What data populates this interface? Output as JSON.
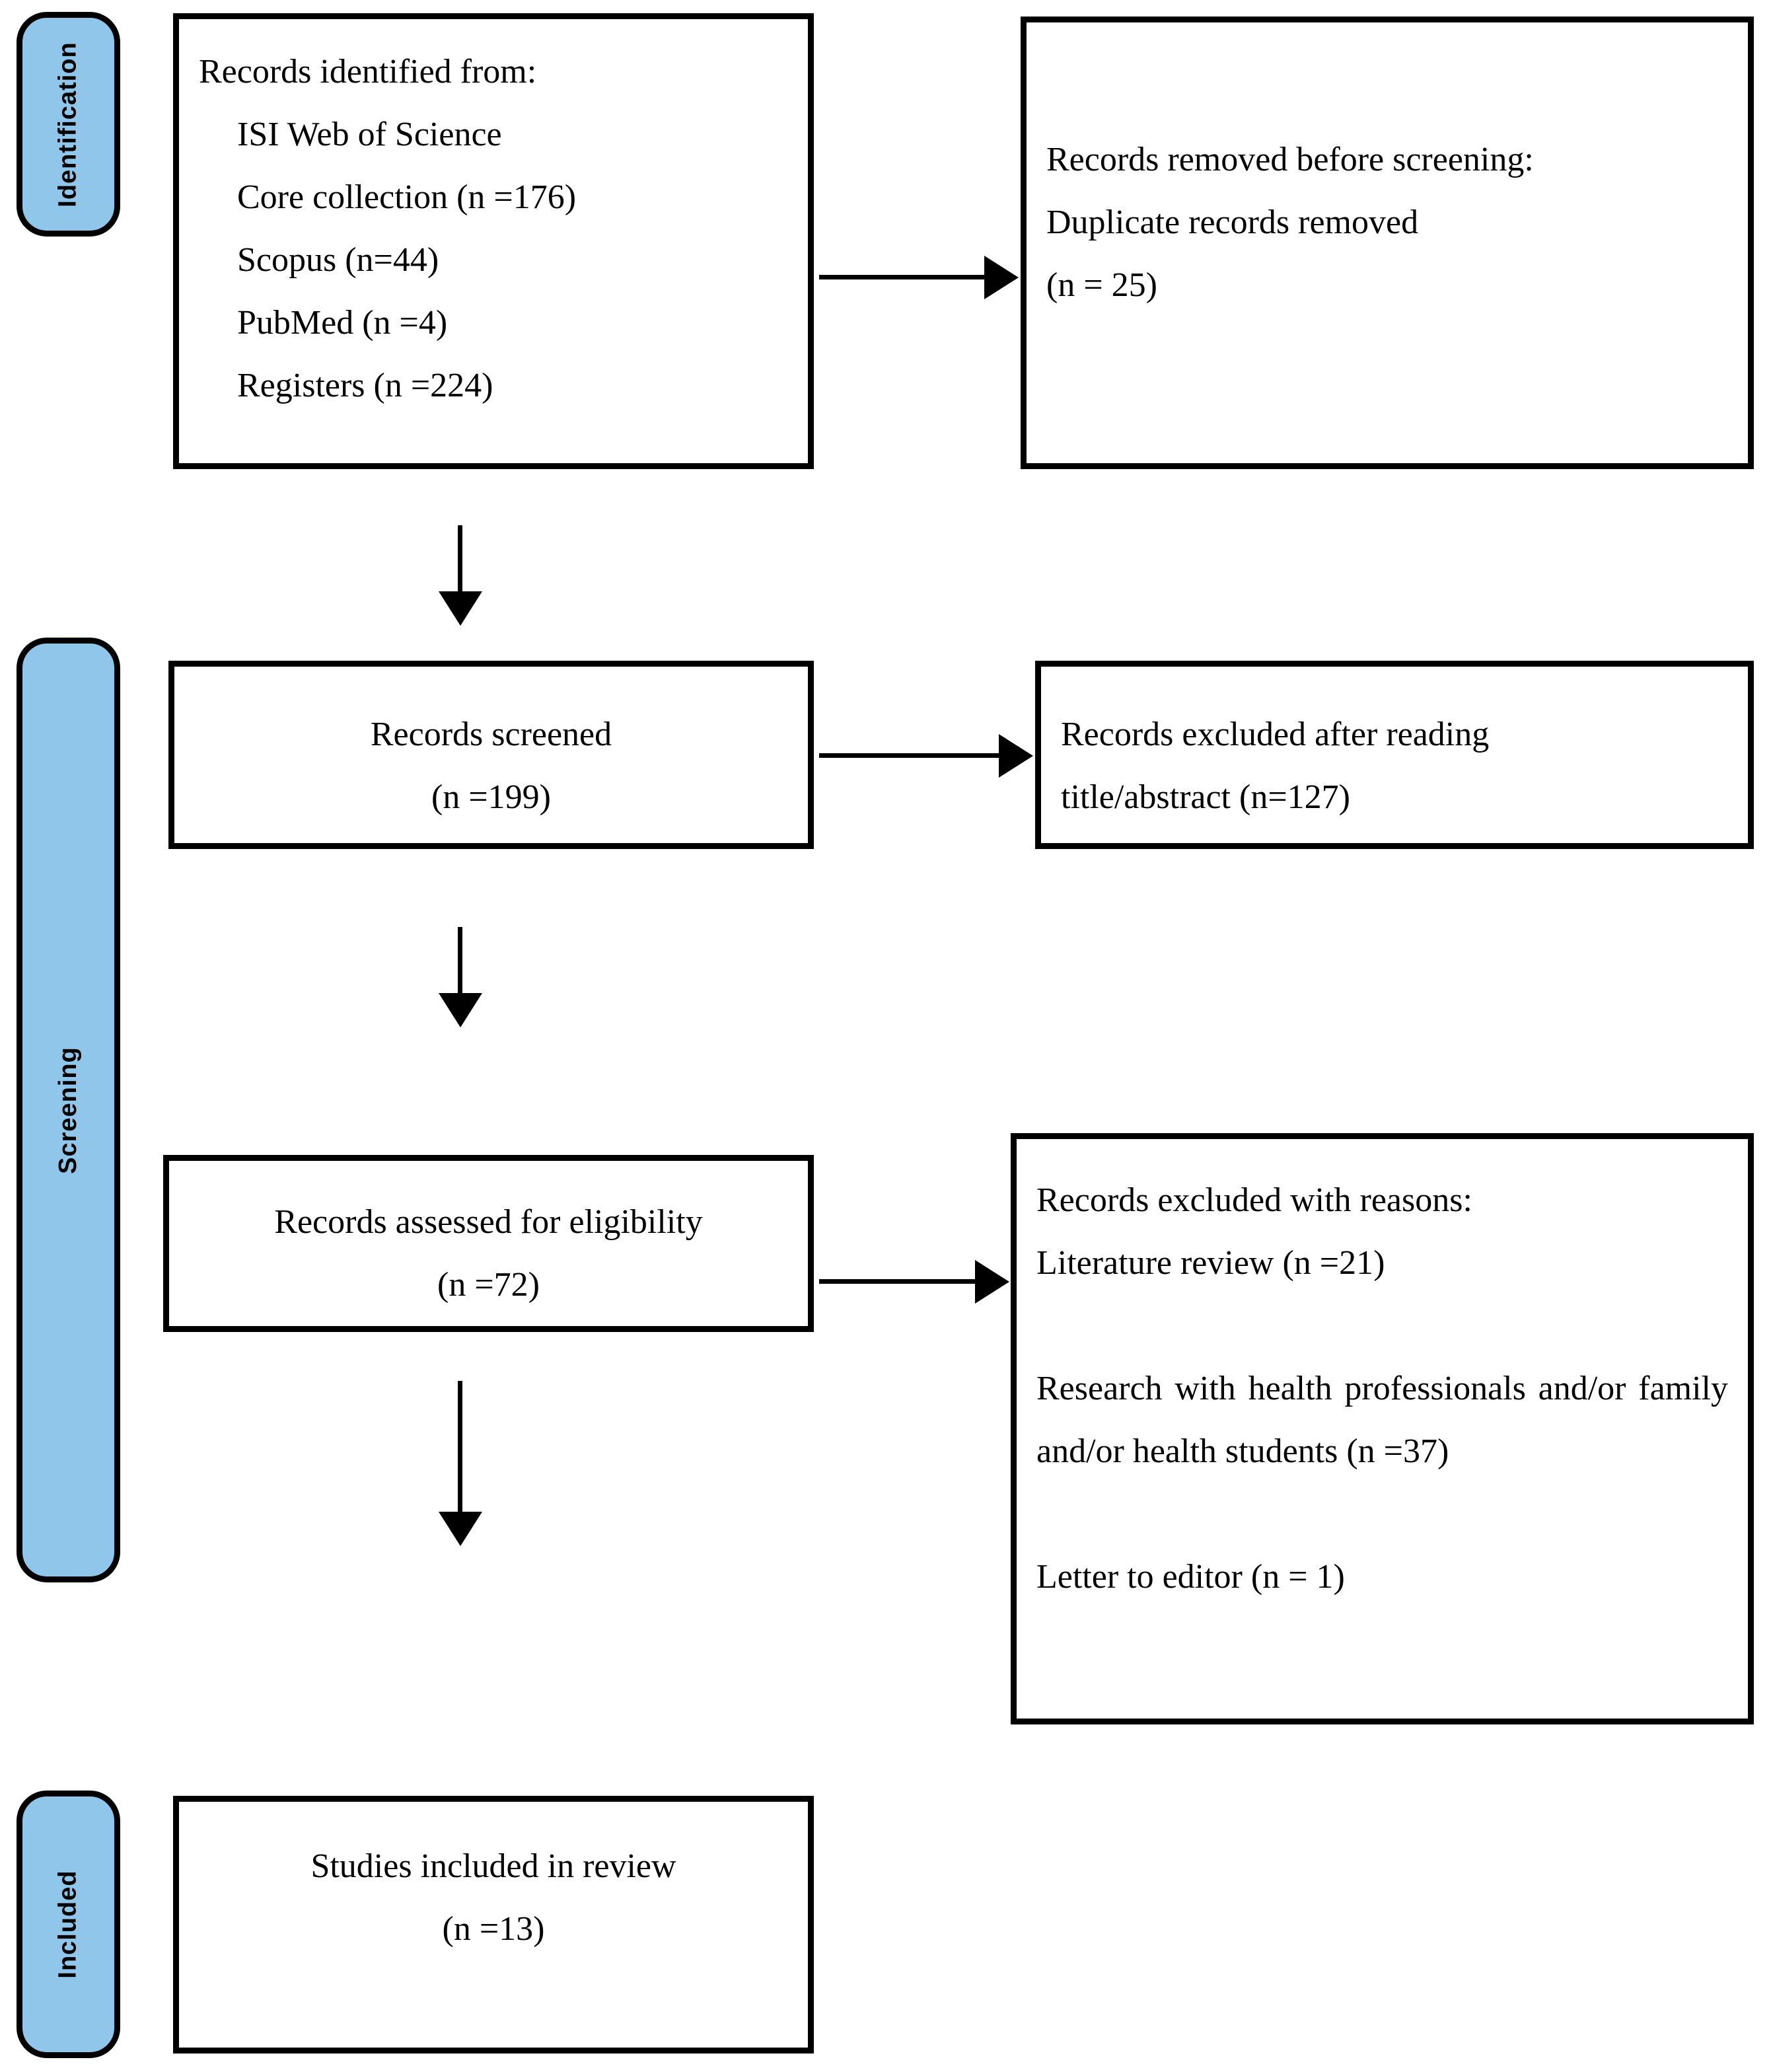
{
  "diagram": {
    "type": "PRISMA flow diagram",
    "stages": [
      {
        "id": "identification",
        "label": "Identification"
      },
      {
        "id": "screening",
        "label": "Screening"
      },
      {
        "id": "included",
        "label": "Included"
      }
    ],
    "boxes": {
      "identified": {
        "title": "Records identified from:",
        "lines": [
          "ISI Web of Science",
          "Core collection (n =176)",
          "Scopus (n=44)",
          "PubMed (n =4)",
          "Registers (n =224)"
        ],
        "sources": [
          {
            "name": "ISI Web of Science Core collection",
            "n": 176
          },
          {
            "name": "Scopus",
            "n": 44
          },
          {
            "name": "PubMed",
            "n": 4
          },
          {
            "name": "Registers",
            "n": 224
          }
        ]
      },
      "removed_before_screening": {
        "lines": [
          "Records removed before screening:",
          "Duplicate records removed",
          "(n = 25)"
        ],
        "n": 25
      },
      "records_screened": {
        "lines": [
          "Records screened",
          "(n =199)"
        ],
        "n": 199
      },
      "records_excluded_title_abstract": {
        "lines": [
          "Records excluded after reading",
          "title/abstract (n=127)"
        ],
        "n": 127
      },
      "assessed_eligibility": {
        "lines": [
          "Records assessed for eligibility",
          "(n =72)"
        ],
        "n": 72
      },
      "excluded_with_reasons": {
        "title": "Records excluded with reasons:",
        "reason1": "Literature review (n =21)",
        "reason2": "Research with health professionals and/or family and/or health students (n =37)",
        "reason3": "Letter to editor (n = 1)",
        "reasons": [
          {
            "label": "Literature review",
            "n": 21
          },
          {
            "label": "Research with health professionals and/or family and/or health students",
            "n": 37
          },
          {
            "label": "Letter to editor",
            "n": 1
          }
        ]
      },
      "studies_included": {
        "lines": [
          "Studies included in review",
          "(n =13)"
        ],
        "n": 13
      }
    },
    "colors": {
      "stage_fill": "#8FC6E9",
      "stroke": "#000000",
      "box_fill": "#FFFFFF"
    }
  }
}
